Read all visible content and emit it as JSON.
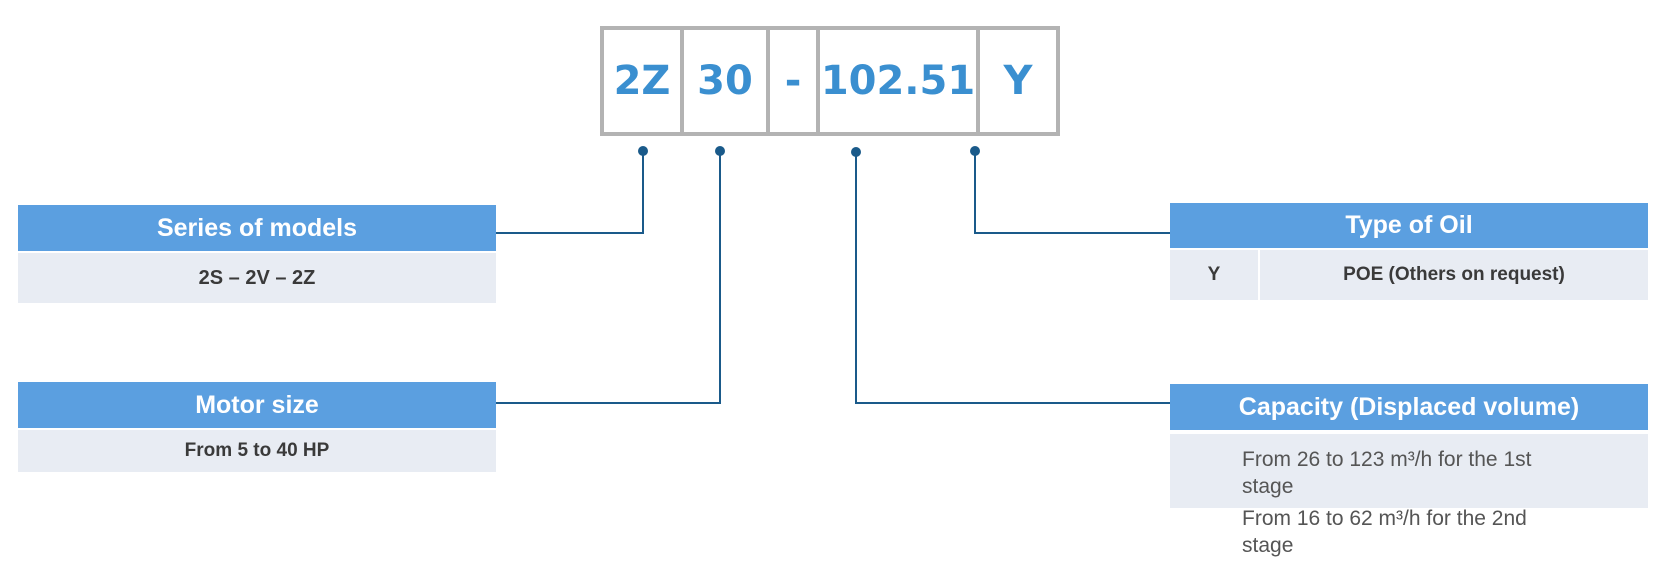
{
  "model_code": {
    "segments": [
      "2Z",
      "30",
      "-",
      "102.51",
      "Y"
    ]
  },
  "series": {
    "title": "Series of models",
    "value": "2S – 2V – 2Z"
  },
  "motor": {
    "title": "Motor size",
    "value": "From 5 to 40 HP"
  },
  "oil": {
    "title": "Type of Oil",
    "code": "Y",
    "description": "POE (Others on request)"
  },
  "capacity": {
    "title": "Capacity (Displaced volume)",
    "lines": [
      "From 26 to 123 m³/h for the 1st stage",
      "From 16 to 62 m³/h for the 2nd stage"
    ]
  },
  "colors": {
    "header_blue": "#5b9fe0",
    "code_text_blue": "#3a8fd0",
    "connector_blue": "#1a5a8a",
    "body_bg": "#e8ecf3",
    "box_border": "#b3b3b3"
  }
}
